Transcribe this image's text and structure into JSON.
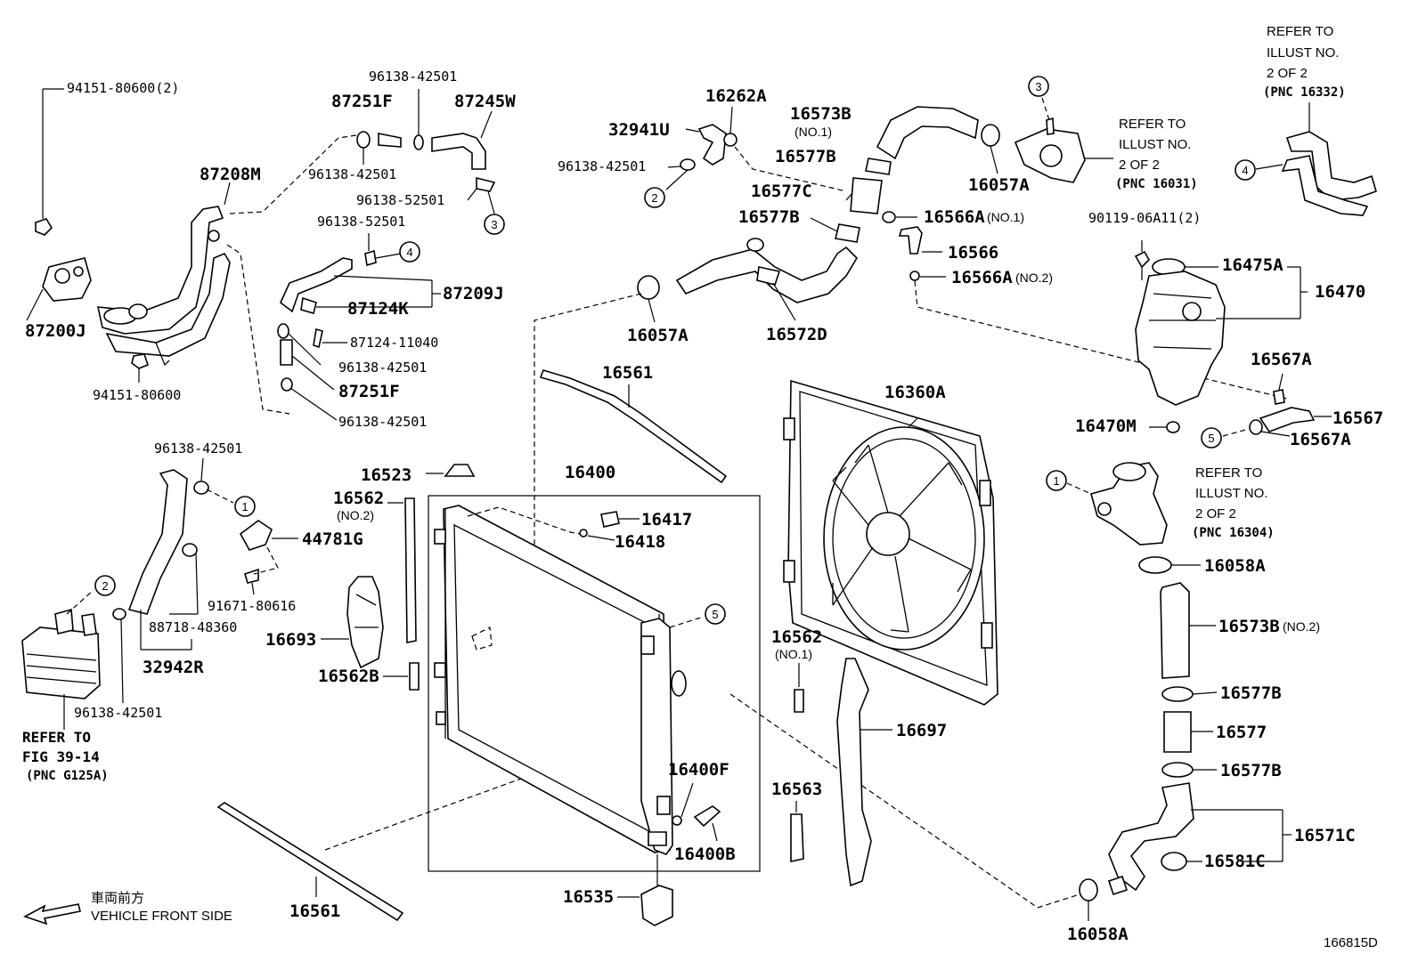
{
  "labels": {
    "p94151_80600_2": "94151-80600(2)",
    "p87200J": "87200J",
    "p94151_80600": "94151-80600",
    "p87208M": "87208M",
    "p87251F_top": "87251F",
    "p96138_42501_a": "96138-42501",
    "p87245W": "87245W",
    "p96138_42501_b": "96138-42501",
    "p96138_52501_a": "96138-52501",
    "p96138_52501_b": "96138-52501",
    "p87209J": "87209J",
    "p87124K": "87124K",
    "p87124_11040": "87124-11040",
    "p96138_42501_c": "96138-42501",
    "p87251F_bot": "87251F",
    "p96138_42501_d": "96138-42501",
    "p32941U": "32941U",
    "p16262A": "16262A",
    "p96138_42501_e": "96138-42501",
    "p16573B_top": "16573B",
    "p16573B_top_note": "(NO.1)",
    "p16577B_a": "16577B",
    "p16577C": "16577C",
    "p16577B_b": "16577B",
    "p16057A_right": "16057A",
    "p16566A_1": "16566A",
    "p16566A_1_note": "(NO.1)",
    "p16566": "16566",
    "p16566A_2": "16566A",
    "p16566A_2_note": "(NO.2)",
    "p16057A_left": "16057A",
    "p16572D": "16572D",
    "p16561_top": "16561",
    "p16360A": "16360A",
    "p16400": "16400",
    "p16523": "16523",
    "p16562_no2": "16562",
    "p16562_no2_note": "(NO.2)",
    "p16417": "16417",
    "p16418": "16418",
    "p96138_42501_f": "96138-42501",
    "p44781G": "44781G",
    "p91671_80616": "91671-80616",
    "p88718_48360": "88718-48360",
    "p32942R": "32942R",
    "p16693": "16693",
    "p16562B": "16562B",
    "p96138_42501_g": "96138-42501",
    "p16562_no1": "16562",
    "p16562_no1_note": "(NO.1)",
    "p16697": "16697",
    "p16400F": "16400F",
    "p16400B": "16400B",
    "p16563": "16563",
    "p16535": "16535",
    "p16561_bot": "16561",
    "p90119_06A11_2": "90119-06A11(2)",
    "p16475A": "16475A",
    "p16470": "16470",
    "p16567A_top": "16567A",
    "p16470M": "16470M",
    "p16567": "16567",
    "p16567A_bot": "16567A",
    "p16058A_top": "16058A",
    "p16573B_bot": "16573B",
    "p16573B_bot_note": "(NO.2)",
    "p16577B_c": "16577B",
    "p16577": "16577",
    "p16577B_d": "16577B",
    "p16571C": "16571C",
    "p16581C": "16581C",
    "p16058A_bot": "16058A"
  },
  "refs": {
    "ref_16332": [
      "REFER TO",
      "ILLUST NO.",
      "2 OF 2",
      "(PNC 16332)"
    ],
    "ref_16031": [
      "REFER TO",
      "ILLUST NO.",
      "2 OF 2",
      "(PNC 16031)"
    ],
    "ref_16304": [
      "REFER TO",
      "ILLUST NO.",
      "2 OF 2",
      "(PNC 16304)"
    ],
    "ref_g125a": [
      "REFER TO",
      "FIG 39-14",
      "(PNC G125A)"
    ]
  },
  "circles": {
    "c1": "1",
    "c2": "2",
    "c3": "3",
    "c4": "4",
    "c5": "5"
  },
  "front_side": {
    "jp": "車両前方",
    "en": "VEHICLE FRONT SIDE"
  },
  "figure_id": "166815D"
}
